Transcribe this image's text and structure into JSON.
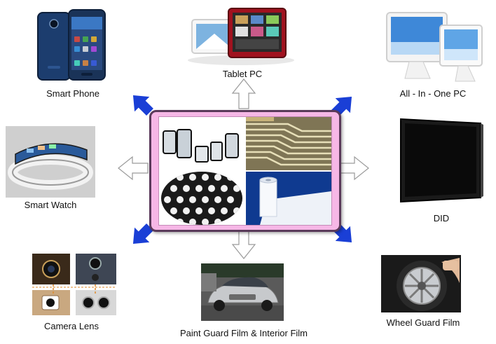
{
  "diagram": {
    "center": {
      "tiles": [
        "touch-panels-icon",
        "circuit-traces-icon",
        "lens-array-icon",
        "film-roll-icon"
      ]
    },
    "applications": {
      "smart_phone": "Smart Phone",
      "tablet_pc": "Tablet  PC",
      "all_in_one_pc": "All  -  In - One  PC",
      "smart_watch": "Smart Watch",
      "did": "DID",
      "camera_lens": "Camera Lens",
      "paint_guard": "Paint Guard Film & Interior Film",
      "wheel_guard": "Wheel Guard Film"
    },
    "colors": {
      "blue_arrow": "#1a3fd6",
      "outline_arrow_fill": "#ffffff",
      "outline_arrow_stroke": "#9a9a9a",
      "panel_fill": "#f6b7e6",
      "panel_border": "#5a3a5a"
    }
  }
}
